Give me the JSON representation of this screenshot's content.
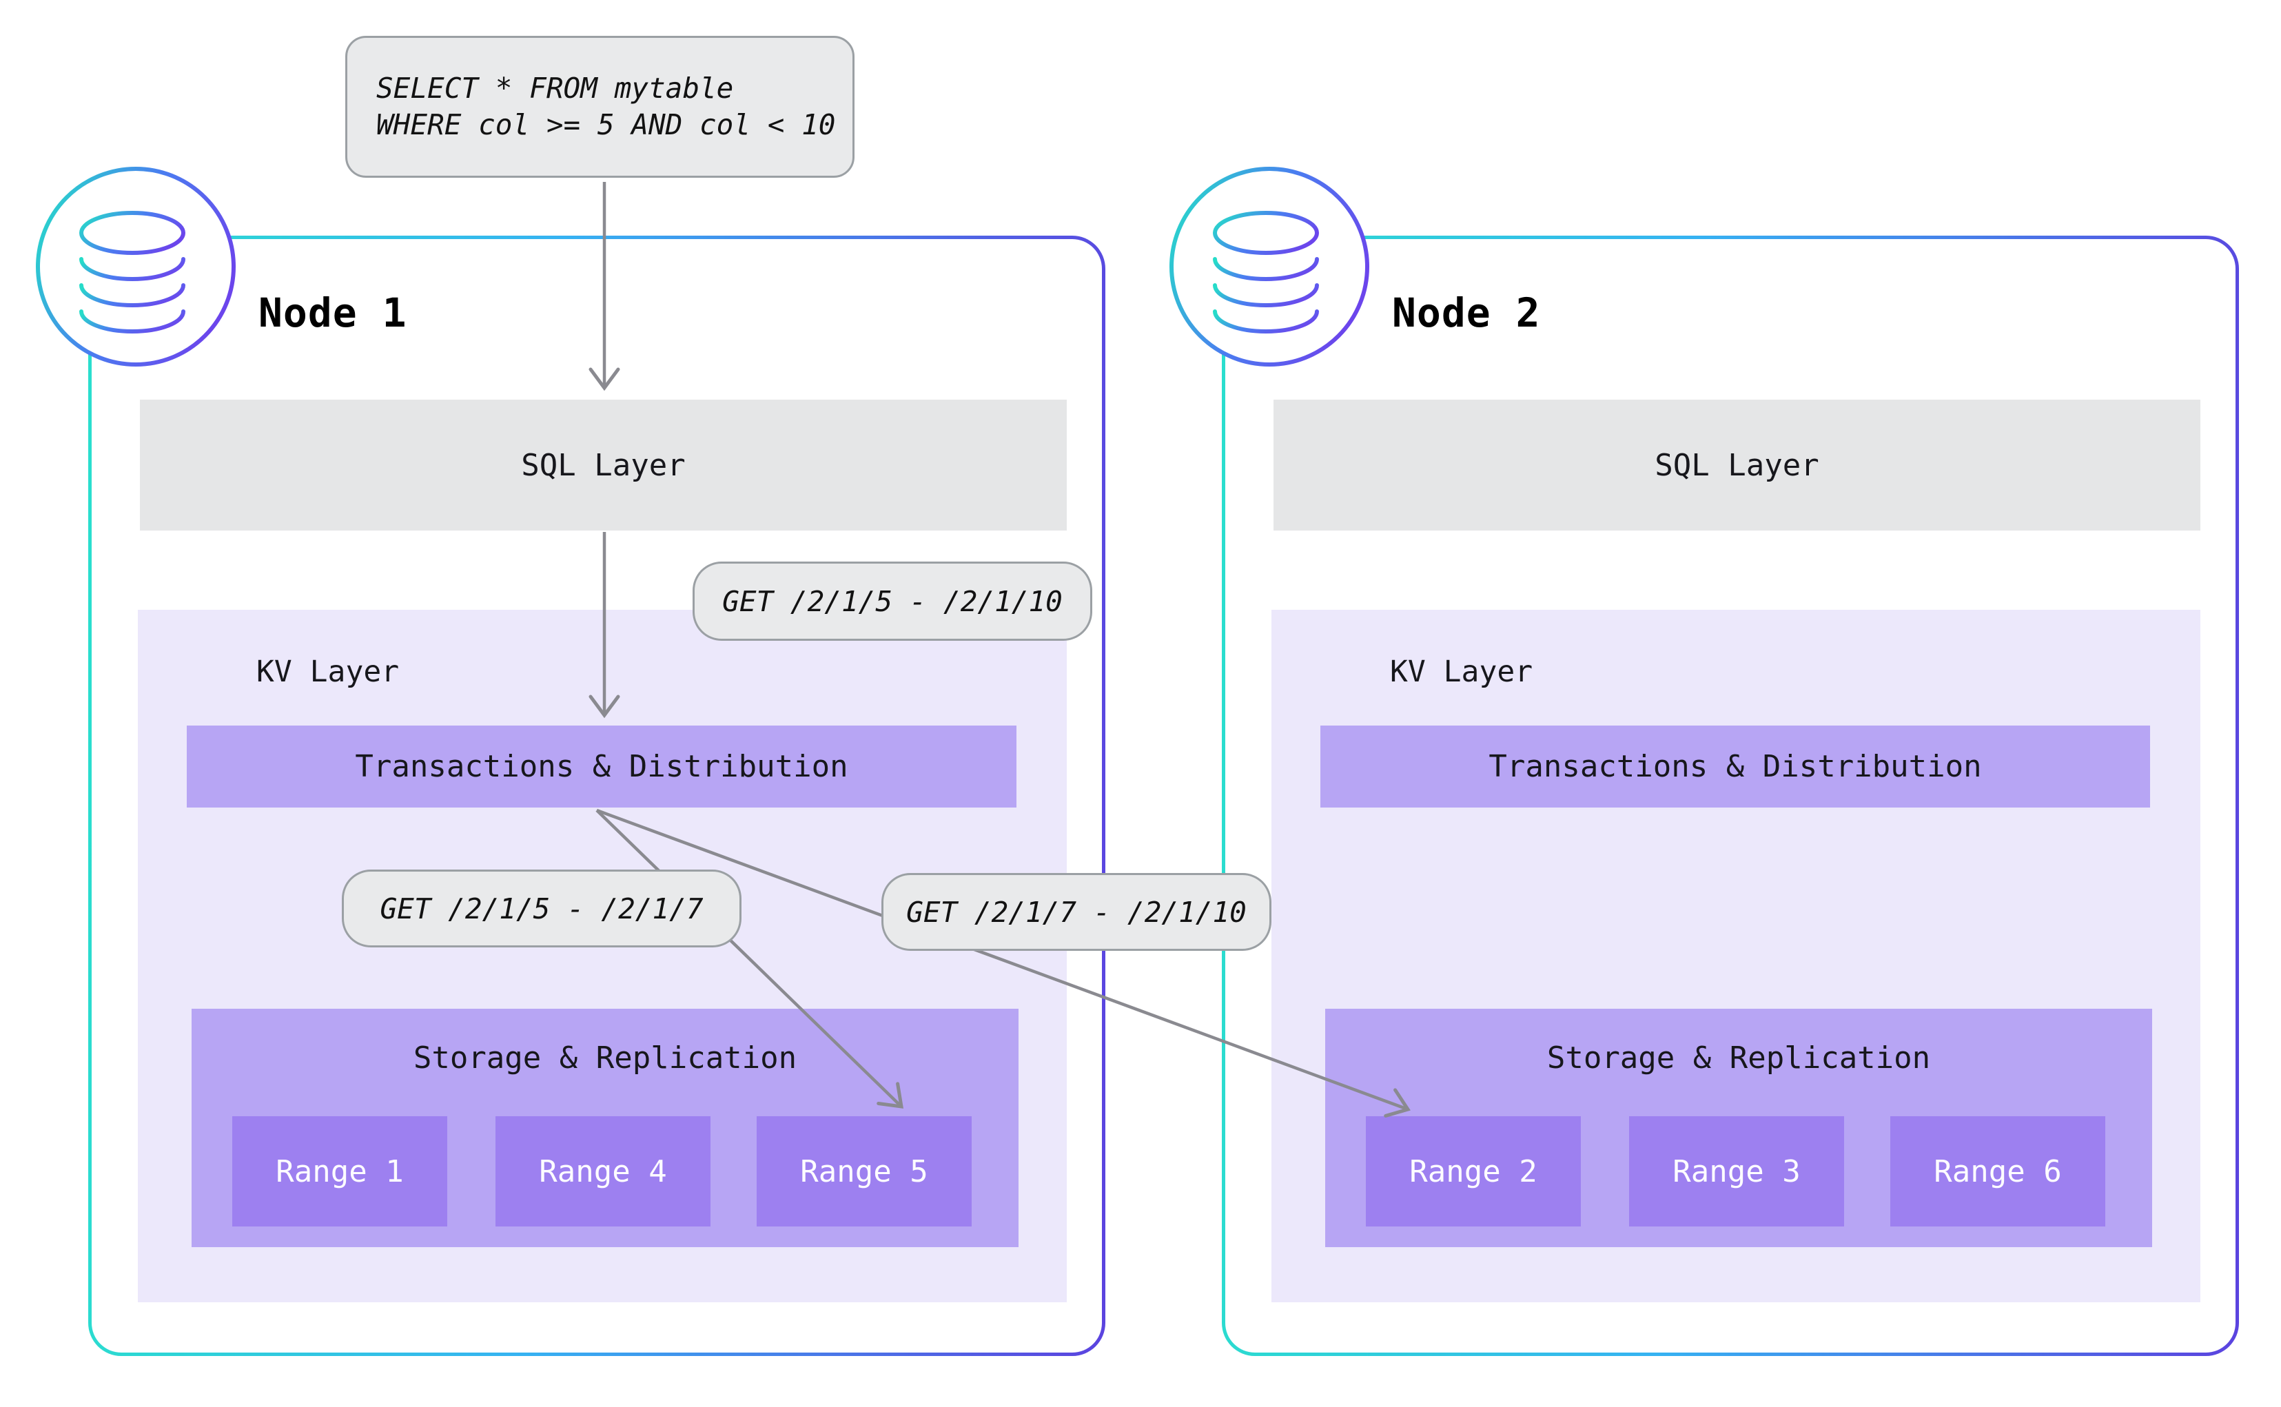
{
  "query_box": {
    "lines": [
      "SELECT * FROM mytable",
      "WHERE col >= 5 AND col < 10"
    ]
  },
  "kv_requests": {
    "combined": "GET /2/1/5 - /2/1/10",
    "left_split": "GET /2/1/5 - /2/1/7",
    "right_split": "GET /2/1/7 - /2/1/10"
  },
  "nodes": [
    {
      "title": "Node 1",
      "sql_label": "SQL Layer",
      "kv_label": "KV Layer",
      "txn_label": "Transactions & Distribution",
      "storage_label": "Storage & Replication",
      "ranges": [
        "Range 1",
        "Range 4",
        "Range 5"
      ]
    },
    {
      "title": "Node 2",
      "sql_label": "SQL Layer",
      "kv_label": "KV Layer",
      "txn_label": "Transactions & Distribution",
      "storage_label": "Storage & Replication",
      "ranges": [
        "Range 2",
        "Range 3",
        "Range 6"
      ]
    }
  ],
  "icons": {
    "node_badge": "database-icon"
  },
  "colors": {
    "teal": "#2adfcd",
    "blue": "#36b2f2",
    "purple": "#5b43df",
    "layer_gray": "#e5e6e7",
    "kv_bg": "#ece8fb",
    "bar_purple": "#b7a5f4",
    "range_purple": "#9d80f0",
    "label_bg": "#e9eaeb",
    "label_border": "#9ba0a4",
    "arrow_gray": "#8a8a90"
  }
}
